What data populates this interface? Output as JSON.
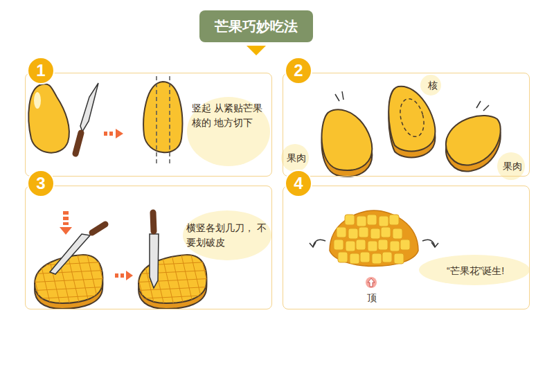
{
  "diagram": {
    "title": "芒果巧妙吃法",
    "nodes": [
      {
        "text": [
          "竖起 从紧贴芒果核的 地方切下"
        ]
      },
      {
        "text": [
          "1"
        ],
        "in": 0
      },
      {
        "text": [
          "核",
          "果肉",
          "果肉"
        ]
      },
      {
        "text": [
          "2"
        ],
        "in": 2
      },
      {
        "text": [
          "横竖各划几刀， 不要划破皮"
        ]
      },
      {
        "text": [
          "3"
        ],
        "in": 4
      },
      {
        "text": [
          "顶",
          "“芒果花”诞生!"
        ]
      },
      {
        "text": [
          "4"
        ],
        "in": 6
      }
    ]
  }
}
